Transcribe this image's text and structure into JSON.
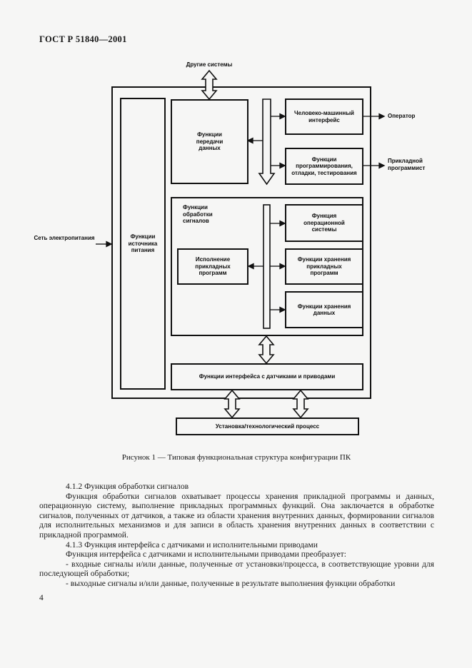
{
  "page": {
    "header": "ГОСТ Р 51840—2001",
    "page_number": "4"
  },
  "figure": {
    "caption": "Рисунок 1 — Типовая функциональная структура конфигурации ПК",
    "labels": {
      "other_systems": "Другие системы",
      "operator": "Оператор",
      "app_programmer": "Прикладной программист",
      "power_net": "Сеть электропитания",
      "signal_processing": "Функции обработки сигналов"
    },
    "boxes": {
      "power_supply": "Функции источника питания",
      "data_transfer": "Функции передачи данных",
      "hmi": "Человеко-машинный интерфейс",
      "programming": "Функции программирования, отладки, тестирования",
      "app_execution": "Исполнение прикладных программ",
      "os": "Функция операционной системы",
      "app_storage": "Функции хранения прикладных программ",
      "data_storage": "Функции хранения данных",
      "sensor_interface": "Функции интерфейса с датчиками и приводами",
      "plant": "Установка/технологический процесс"
    }
  },
  "body": {
    "h412": "4.1.2 Функция обработки сигналов",
    "p412": "Функция обработки сигналов охватывает процессы хранения прикладной программы и данных, операционную систему, выполнение прикладных программных функций. Она заключается в обработке сигналов, полученных от датчиков, а также из области хранения внутренних данных, формировании сигналов для исполнительных механизмов и для записи в область хранения внутренних данных в соответствии с прикладной программой.",
    "h413": "4.1.3 Функция интерфейса с датчиками и исполнительными приводами",
    "p413": "Функция интерфейса с датчиками и исполнительными приводами преобразует:",
    "b1": "- входные сигналы и/или данные, полученные от установки/процесса, в соответствующие уровни для последующей обработки;",
    "b2": "- выходные сигналы и/или данные, полученные в результате выполнения функции обработки"
  }
}
